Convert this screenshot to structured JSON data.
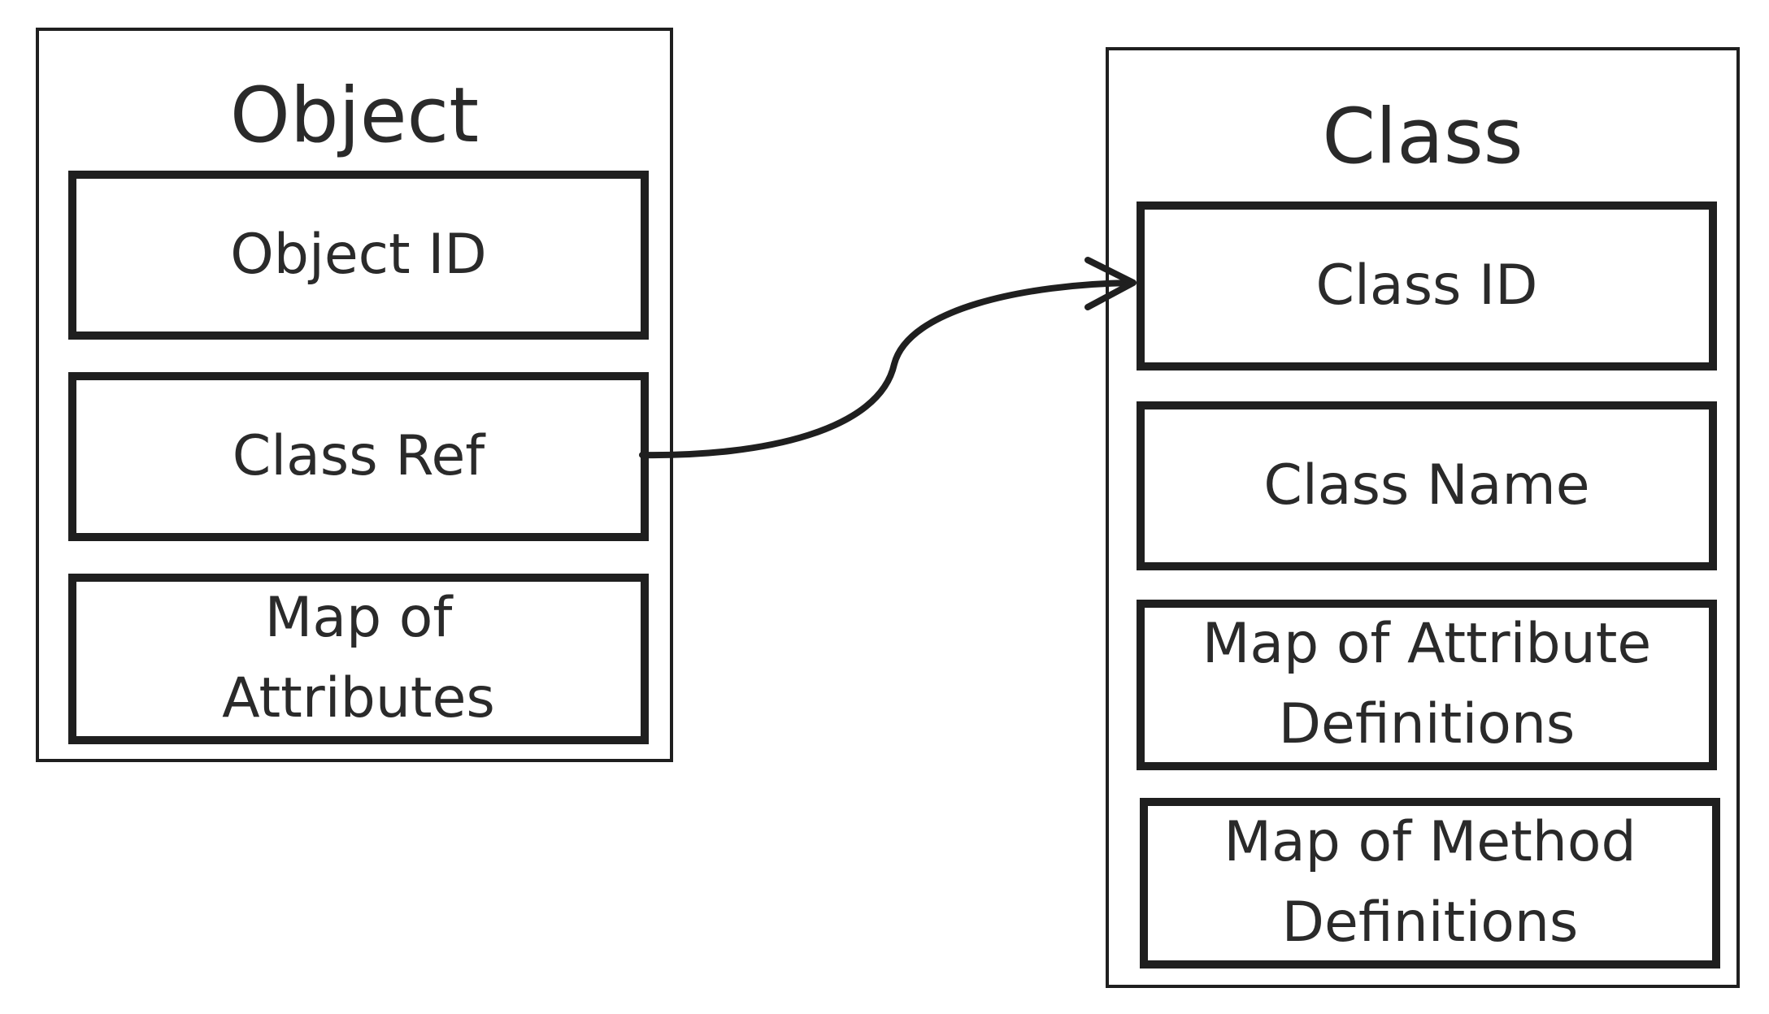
{
  "object_box": {
    "title": "Object",
    "fields": [
      {
        "label": "Object ID"
      },
      {
        "label": "Class Ref"
      },
      {
        "label": "Map of\nAttributes"
      }
    ]
  },
  "class_box": {
    "title": "Class",
    "fields": [
      {
        "label": "Class ID"
      },
      {
        "label": "Class Name"
      },
      {
        "label": "Map of Attribute\nDefinitions"
      },
      {
        "label": "Map of Method\nDefinitions"
      }
    ]
  },
  "connector": {
    "from": "Class Ref",
    "to": "Class ID",
    "arrowhead": "open-chevron"
  },
  "colors": {
    "stroke": "#1f1f1f",
    "text": "#2a2a2a",
    "background": "#ffffff"
  }
}
